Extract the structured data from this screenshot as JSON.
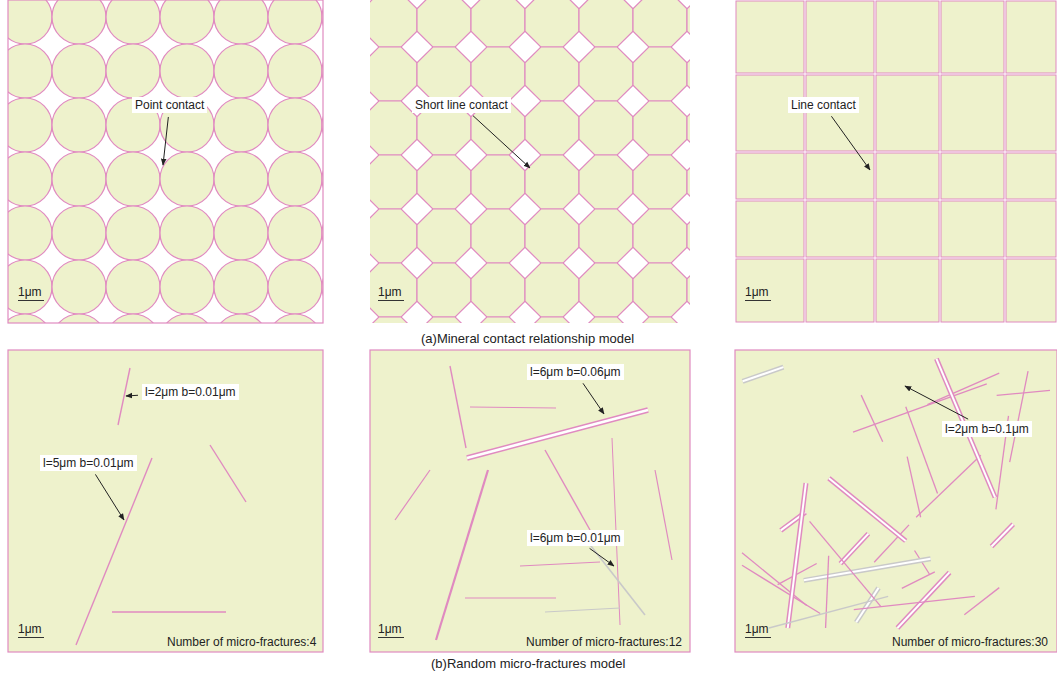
{
  "diagram": {
    "labels": [
      "Point contact",
      "1μm",
      "Short line contact",
      "1μm",
      "Line contact",
      "1μm",
      "(a)Mineral contact relationship model",
      "l=2μm b=0.01μm",
      "l=5μm b=0.01μm",
      "1μm",
      "Number of micro-fractures:4",
      "l=6μm b=0.06μm",
      "l=6μm b=0.01μm",
      "1μm",
      "Number of micro-fractures:12",
      "l=2μm b=0.1μm",
      "1μm",
      "Number of micro-fractures:30",
      "(b)Random micro-fractures model"
    ]
  }
}
